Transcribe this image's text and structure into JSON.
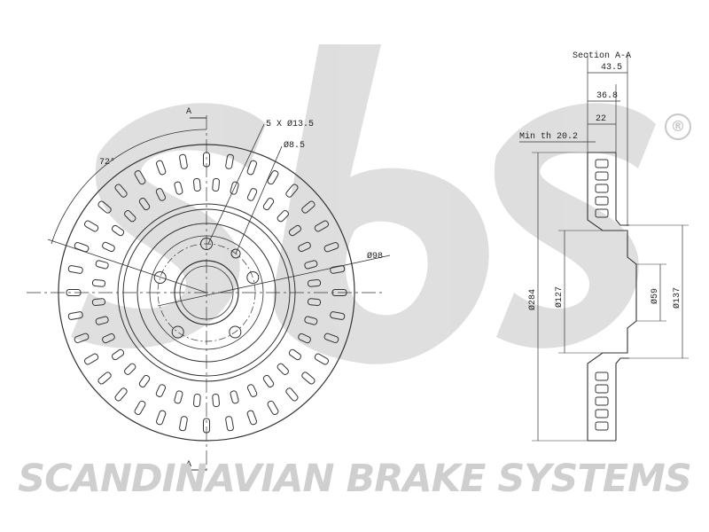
{
  "watermark": {
    "brand_text": "SCANDINAVIAN BRAKE SYSTEMS",
    "registered_mark": "®",
    "logo_icon": "sbs-logo-icon",
    "color": "#cfcfcf"
  },
  "front_view": {
    "section_marker_top": "A",
    "section_marker_bottom": "A",
    "bolt_hole_label": "5 X Ø13.5",
    "small_hole_label": "Ø8.5",
    "pcd_label": "Ø98",
    "angle_label": "72°",
    "bolt_hole_count": 5,
    "vent_ring_slots": 36
  },
  "section_view": {
    "title": "Section A-A",
    "overall_width_label": "43.5",
    "hat_depth_label": "36.8",
    "rotor_thickness_label": "22",
    "min_thickness_label": "Min th 20.2",
    "outer_diameter_label": "Ø284",
    "hat_diameter_label": "Ø127",
    "center_bore_label": "Ø59",
    "hub_diameter_label": "Ø137"
  },
  "colors": {
    "line": "#333333",
    "watermark": "#cfcfcf"
  }
}
